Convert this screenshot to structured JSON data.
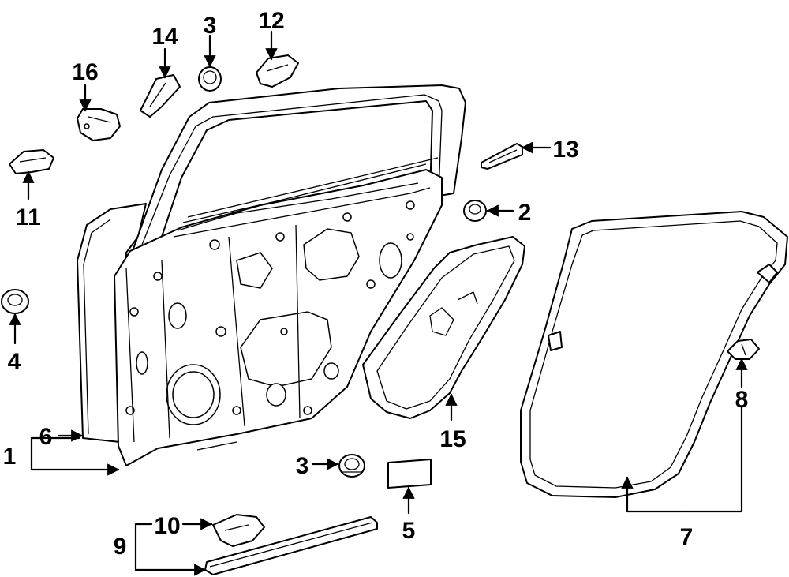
{
  "diagram": {
    "callouts": [
      {
        "id": "c1",
        "label": "1"
      },
      {
        "id": "c2",
        "label": "2"
      },
      {
        "id": "c3a",
        "label": "3"
      },
      {
        "id": "c3b",
        "label": "3"
      },
      {
        "id": "c4",
        "label": "4"
      },
      {
        "id": "c5",
        "label": "5"
      },
      {
        "id": "c6",
        "label": "6"
      },
      {
        "id": "c7",
        "label": "7"
      },
      {
        "id": "c8",
        "label": "8"
      },
      {
        "id": "c9",
        "label": "9"
      },
      {
        "id": "c10",
        "label": "10"
      },
      {
        "id": "c11",
        "label": "11"
      },
      {
        "id": "c12",
        "label": "12"
      },
      {
        "id": "c13",
        "label": "13"
      },
      {
        "id": "c14",
        "label": "14"
      },
      {
        "id": "c15",
        "label": "15"
      },
      {
        "id": "c16",
        "label": "16"
      }
    ],
    "colors": {
      "line": "#000000",
      "background": "#ffffff"
    }
  }
}
